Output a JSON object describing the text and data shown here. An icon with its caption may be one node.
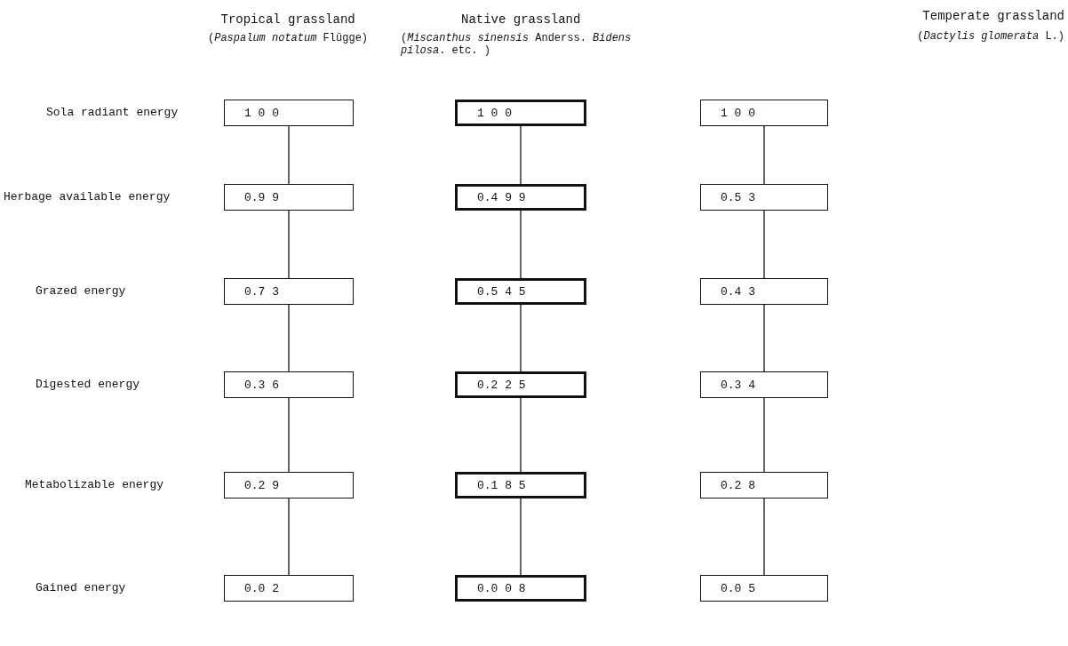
{
  "diagram": {
    "nodes": [
      {
        "text": [
          "1 0 0"
        ]
      },
      {
        "text": [
          "1 0 0"
        ]
      },
      {
        "text": [
          "1 0 0"
        ]
      },
      {
        "text": [
          "0.9 9"
        ]
      },
      {
        "text": [
          "0.4 9 9"
        ]
      },
      {
        "text": [
          "0.5 3"
        ]
      },
      {
        "text": [
          "0.7 3"
        ]
      },
      {
        "text": [
          "0.5 4 5"
        ]
      },
      {
        "text": [
          "0.4 3"
        ]
      },
      {
        "text": [
          "0.3 6"
        ]
      },
      {
        "text": [
          "0.2 2 5"
        ]
      },
      {
        "text": [
          "0.3 4"
        ]
      },
      {
        "text": [
          "0.2 9"
        ]
      },
      {
        "text": [
          "0.1 8 5"
        ]
      },
      {
        "text": [
          "0.2 8"
        ]
      },
      {
        "text": [
          "0.0 2"
        ]
      },
      {
        "text": [
          "0.0 0 8"
        ]
      },
      {
        "text": [
          "0.0 5"
        ]
      }
    ],
    "edges": [
      {
        "from": 0,
        "to": 3,
        "arrow": "none"
      },
      {
        "from": 3,
        "to": 6,
        "arrow": "none"
      },
      {
        "from": 6,
        "to": 9,
        "arrow": "none"
      },
      {
        "from": 9,
        "to": 12,
        "arrow": "none"
      },
      {
        "from": 12,
        "to": 15,
        "arrow": "none"
      },
      {
        "from": 1,
        "to": 4,
        "arrow": "none"
      },
      {
        "from": 4,
        "to": 7,
        "arrow": "none"
      },
      {
        "from": 7,
        "to": 10,
        "arrow": "none"
      },
      {
        "from": 10,
        "to": 13,
        "arrow": "none"
      },
      {
        "from": 13,
        "to": 16,
        "arrow": "none"
      },
      {
        "from": 2,
        "to": 5,
        "arrow": "none"
      },
      {
        "from": 5,
        "to": 8,
        "arrow": "none"
      },
      {
        "from": 8,
        "to": 11,
        "arrow": "none"
      },
      {
        "from": 11,
        "to": 14,
        "arrow": "none"
      },
      {
        "from": 14,
        "to": 17,
        "arrow": "none"
      }
    ],
    "labels": [
      "Tropical grassland",
      "(*Paspalum notatum* Flügge)",
      "Native grassland",
      "(*Miscanthus sinensis* Anderss. *Bidens pilosa*. etc. )",
      "Temperate grassland",
      "(*Dactylis glomerata* L.)",
      "Sola radiant energy",
      "Herbage available energy",
      "Grazed energy",
      "Digested energy",
      "Metabolizable energy",
      "Gained energy"
    ]
  }
}
